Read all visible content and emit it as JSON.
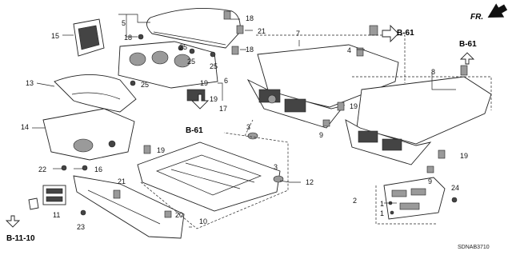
{
  "diagram_code": "SDNAB3710",
  "direction_label": "FR.",
  "references": {
    "b61_top": "B-61",
    "b61_right": "B-61",
    "b61_bottom": "B-61",
    "b1110": "B-11-10"
  },
  "callouts": [
    "1",
    "1",
    "2",
    "3",
    "3",
    "4",
    "5",
    "6",
    "7",
    "8",
    "9",
    "9",
    "10",
    "11",
    "12",
    "13",
    "14",
    "15",
    "16",
    "17",
    "18",
    "18",
    "18",
    "19",
    "19",
    "19",
    "19",
    "19",
    "20",
    "21",
    "21",
    "22",
    "23",
    "24",
    "25",
    "25",
    "25",
    "25"
  ]
}
